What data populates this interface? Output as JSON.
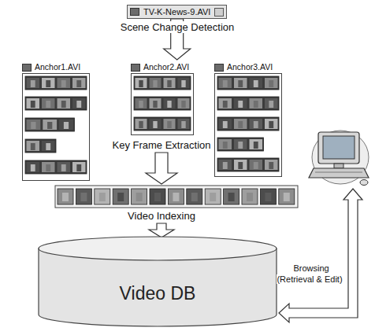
{
  "diagram": {
    "nodes": [
      {
        "text": [
          "TV-K-News-9.AVI"
        ]
      },
      {
        "text": [
          "Anchor1.AVI"
        ]
      },
      {
        "text": [
          "Anchor2.AVI"
        ]
      },
      {
        "text": [
          "Anchor3.AVI"
        ]
      },
      {
        "text": [
          "Video DB"
        ]
      }
    ],
    "edges": [
      {
        "from": 0,
        "to": 2,
        "arrow": "to",
        "label": "Scene Change Detection"
      }
    ],
    "labels": [
      "Key Frame Extraction",
      "Video Indexing",
      "Browsing (Retrieval & Edit)"
    ]
  }
}
